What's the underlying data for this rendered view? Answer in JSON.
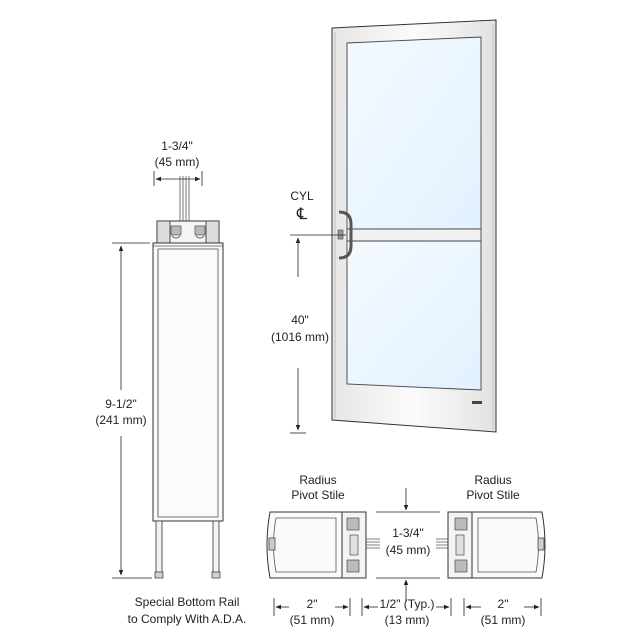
{
  "left_section": {
    "top_width": "1-3/4\"",
    "top_width_mm": "(45 mm)",
    "height": "9-1/2\"",
    "height_mm": "(241 mm)",
    "caption_line1": "Special Bottom Rail",
    "caption_line2": "to Comply With A.D.A."
  },
  "door": {
    "cyl_label": "CYL",
    "cl_symbol": "℄",
    "height": "40\"",
    "height_mm": "(1016 mm)"
  },
  "bottom_section": {
    "left_title_line1": "Radius",
    "left_title_line2": "Pivot Stile",
    "right_title_line1": "Radius",
    "right_title_line2": "Pivot Stile",
    "center_width": "1-3/4\"",
    "center_width_mm": "(45 mm)",
    "left_width": "2\"",
    "left_width_mm": "(51 mm)",
    "gap": "1/2\" (Typ.)",
    "gap_mm": "(13 mm)",
    "right_width": "2\"",
    "right_width_mm": "(51 mm)"
  },
  "colors": {
    "line": "#222222",
    "frame": "#f2f2f2",
    "glass": "#eaf5ff"
  }
}
